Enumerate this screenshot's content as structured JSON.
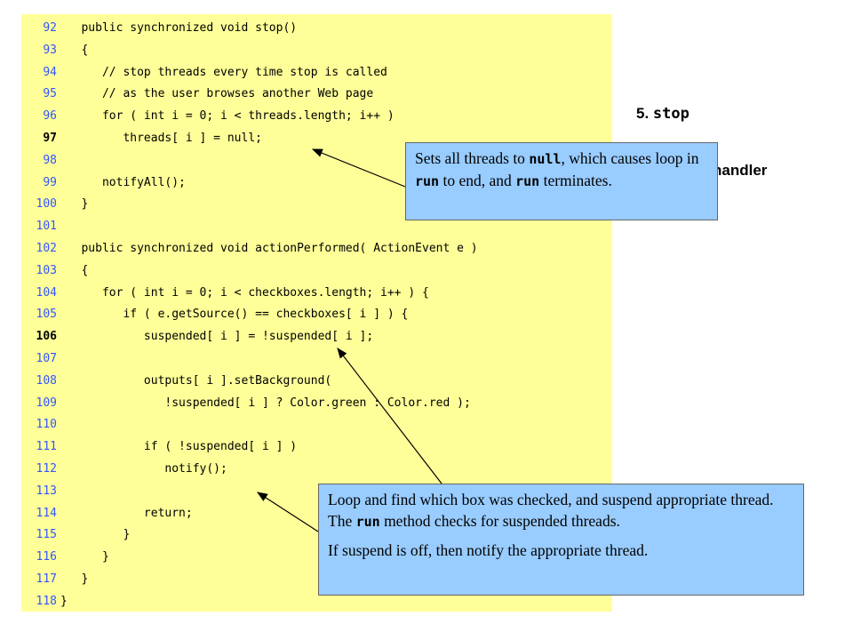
{
  "code_lines": [
    {
      "num": "92",
      "bold": false,
      "text": "   public synchronized void stop()"
    },
    {
      "num": "93",
      "bold": false,
      "text": "   {"
    },
    {
      "num": "94",
      "bold": false,
      "text": "      // stop threads every time stop is called"
    },
    {
      "num": "95",
      "bold": false,
      "text": "      // as the user browses another Web page"
    },
    {
      "num": "96",
      "bold": false,
      "text": "      for ( int i = 0; i < threads.length; i++ )"
    },
    {
      "num": "97",
      "bold": true,
      "text": "         threads[ i ] = null;"
    },
    {
      "num": "98",
      "bold": false,
      "text": ""
    },
    {
      "num": "99",
      "bold": false,
      "text": "      notifyAll();"
    },
    {
      "num": "100",
      "bold": false,
      "text": "   }"
    },
    {
      "num": "101",
      "bold": false,
      "text": ""
    },
    {
      "num": "102",
      "bold": false,
      "text": "   public synchronized void actionPerformed( ActionEvent e )"
    },
    {
      "num": "103",
      "bold": false,
      "text": "   {"
    },
    {
      "num": "104",
      "bold": false,
      "text": "      for ( int i = 0; i < checkboxes.length; i++ ) {"
    },
    {
      "num": "105",
      "bold": false,
      "text": "         if ( e.getSource() == checkboxes[ i ] ) {"
    },
    {
      "num": "106",
      "bold": true,
      "text": "            suspended[ i ] = !suspended[ i ];"
    },
    {
      "num": "107",
      "bold": false,
      "text": ""
    },
    {
      "num": "108",
      "bold": false,
      "text": "            outputs[ i ].setBackground("
    },
    {
      "num": "109",
      "bold": false,
      "text": "               !suspended[ i ] ? Color.green : Color.red );"
    },
    {
      "num": "110",
      "bold": false,
      "text": ""
    },
    {
      "num": "111",
      "bold": false,
      "text": "            if ( !suspended[ i ] )"
    },
    {
      "num": "112",
      "bold": false,
      "text": "               notify();"
    },
    {
      "num": "113",
      "bold": false,
      "text": ""
    },
    {
      "num": "114",
      "bold": false,
      "text": "            return;"
    },
    {
      "num": "115",
      "bold": false,
      "text": "         }"
    },
    {
      "num": "116",
      "bold": false,
      "text": "      }"
    },
    {
      "num": "117",
      "bold": false,
      "text": "   }"
    },
    {
      "num": "118",
      "bold": false,
      "text": "}"
    }
  ],
  "side_labels": {
    "stop_number": "5.",
    "stop_word": "stop",
    "handler": "handler"
  },
  "callout_top": {
    "parts": [
      {
        "t": "Sets all threads to ",
        "code": false
      },
      {
        "t": "null",
        "code": true
      },
      {
        "t": ", which causes loop in ",
        "code": false
      },
      {
        "t": "run",
        "code": true
      },
      {
        "t": " to end, and ",
        "code": false
      },
      {
        "t": "run",
        "code": true
      },
      {
        "t": " terminates.",
        "code": false
      }
    ]
  },
  "callout_bottom": {
    "para1_parts": [
      {
        "t": "Loop and find which box was checked, and suspend appropriate thread.  The ",
        "code": false
      },
      {
        "t": "run",
        "code": true
      },
      {
        "t": " method checks for suspended threads.",
        "code": false
      }
    ],
    "para2": "If suspend is off, then notify the appropriate thread."
  },
  "colors": {
    "code_background": "#ffff99",
    "callout_background": "#99ccff",
    "line_number": "#3355ff"
  }
}
